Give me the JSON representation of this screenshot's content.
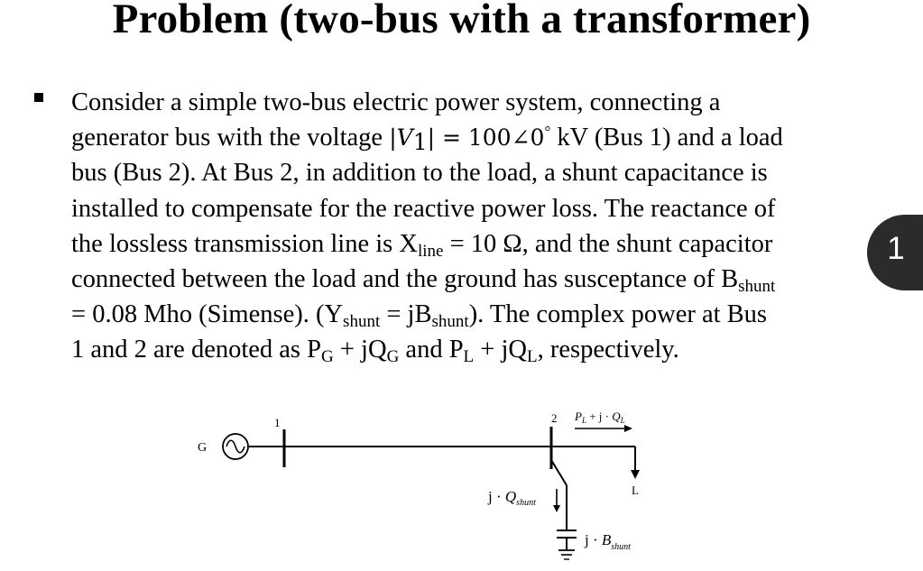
{
  "title": "Problem (two-bus with a transformer)",
  "paragraph": {
    "l1": "Consider a simple two-bus electric power system, connecting a",
    "l2_a": "generator bus with the voltage ",
    "l2_math_open": "|",
    "l2_math_v": "V",
    "l2_math_vsub": "1",
    "l2_math_rest": "| = 100∠0",
    "l2_deg": "°",
    "l2_b": " kV (Bus 1) and a load",
    "l3": "bus (Bus 2). At Bus 2, in addition to the load, a shunt capacitance is",
    "l4": "installed to compensate for the reactive power loss. The reactance of",
    "l5_a": "the lossless transmission line is X",
    "l5_sub": "line",
    "l5_b": " = 10 Ω, and the shunt capacitor",
    "l6_a": "connected between the load and the ground has susceptance of B",
    "l6_sub": "shunt",
    "l7_a": "= 0.08 Mho (Simense). (Y",
    "l7_sub1": "shunt",
    "l7_b": " = jB",
    "l7_sub2": "shunt",
    "l7_c": "). The complex power at Bus",
    "l8_a": "1 and 2 are denoted as P",
    "l8_sub1": "G",
    "l8_b": " + jQ",
    "l8_sub2": "G",
    "l8_c": " and P",
    "l8_sub3": "L",
    "l8_d": " + jQ",
    "l8_sub4": "L",
    "l8_e": ", respectively."
  },
  "diagram": {
    "generator_label": "G",
    "bus1_label": "1",
    "bus2_label": "2",
    "load_power_label": "P_L + j·Q_L",
    "load_label": "L",
    "shunt_q_label": "j·Q_shunt",
    "shunt_b_label": "j·B_shunt"
  },
  "page_badge": "1"
}
